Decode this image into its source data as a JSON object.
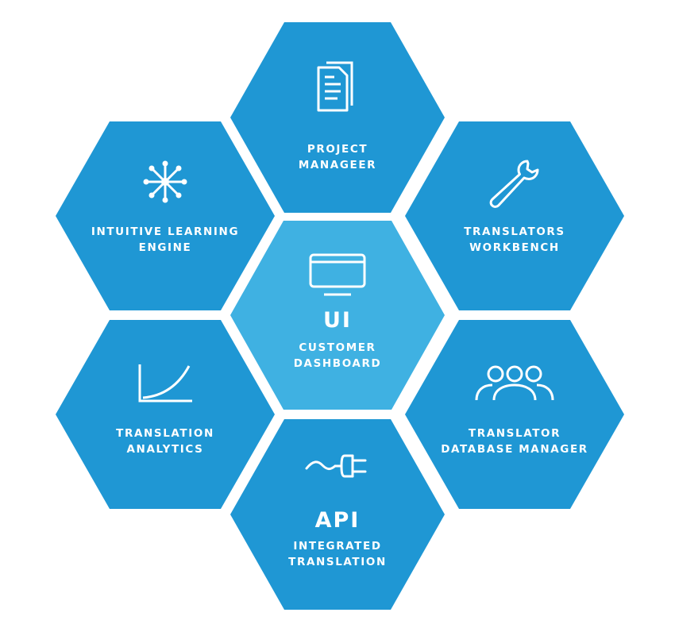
{
  "colors": {
    "hex_fill": "#1f97d4",
    "center_fill": "#3fb1e2",
    "icon_stroke": "#ffffff",
    "text": "#ffffff",
    "background": "#ffffff"
  },
  "hexagons": {
    "top": {
      "icon": "document-icon",
      "label_lines": [
        "PROJECT",
        "MANAGEER"
      ]
    },
    "upper_left": {
      "icon": "network-icon",
      "label_lines": [
        "INTUITIVE LEARNING",
        "ENGINE"
      ]
    },
    "upper_right": {
      "icon": "wrench-icon",
      "label_lines": [
        "TRANSLATORS",
        "WORKBENCH"
      ]
    },
    "center": {
      "icon": "monitor-icon",
      "acronym": "UI",
      "label_lines": [
        "CUSTOMER",
        "DASHBOARD"
      ]
    },
    "lower_left": {
      "icon": "growth-curve-icon",
      "label_lines": [
        "TRANSLATION",
        "ANALYTICS"
      ]
    },
    "lower_right": {
      "icon": "people-icon",
      "label_lines": [
        "TRANSLATOR",
        "DATABASE MANAGER"
      ]
    },
    "bottom": {
      "icon": "plug-icon",
      "acronym": "API",
      "label_lines": [
        "INTEGRATED",
        "TRANSLATION"
      ]
    }
  }
}
